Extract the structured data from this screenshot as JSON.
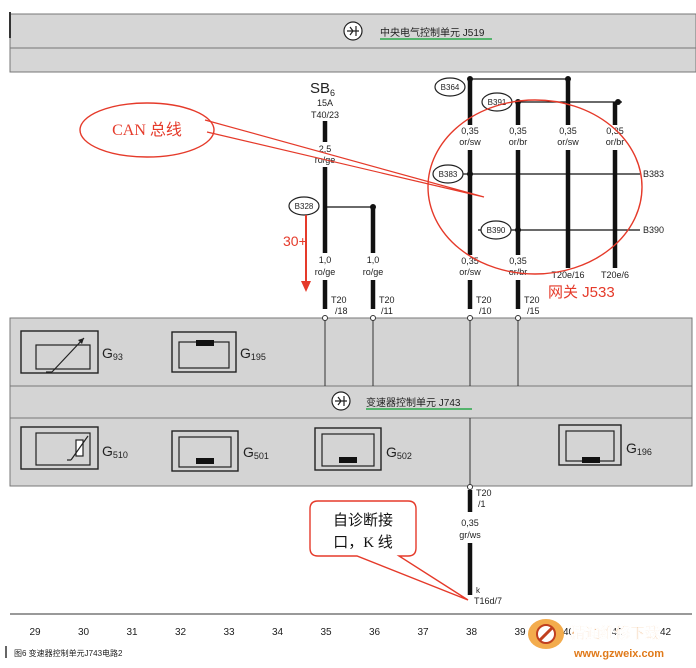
{
  "units": {
    "j519": "中央电气控制单元 J519",
    "j743": "变速器控制单元 J743"
  },
  "fuse": {
    "name": "SB",
    "sub": "6",
    "rating": "15A",
    "terminal": "T40/23"
  },
  "wires": {
    "w1": {
      "gauge": "2,5",
      "color": "ro/ge"
    },
    "w2": {
      "gauge": "1,0",
      "color": "ro/ge"
    },
    "w3": {
      "gauge": "1,0",
      "color": "ro/ge"
    },
    "can1": {
      "gauge": "0,35",
      "color": "or/sw"
    },
    "can2": {
      "gauge": "0,35",
      "color": "or/br"
    },
    "can3": {
      "gauge": "0,35",
      "color": "or/sw"
    },
    "can4": {
      "gauge": "0,35",
      "color": "or/br"
    },
    "can5": {
      "gauge": "0,35",
      "color": "or/sw"
    },
    "can6": {
      "gauge": "0,35",
      "color": "or/br"
    },
    "kline": {
      "gauge": "0,35",
      "color": "gr/ws"
    }
  },
  "nodes": {
    "b364": "B364",
    "b391": "B391",
    "b383": "B383",
    "b383r": "B383",
    "b390": "B390",
    "b390r": "B390",
    "b328": "B328"
  },
  "connectors": {
    "t18": [
      "T20",
      "/18"
    ],
    "t11": [
      "T20",
      "/11"
    ],
    "t10": [
      "T20",
      "/10"
    ],
    "t15": [
      "T20",
      "/15"
    ],
    "t1": [
      "T20",
      "/1"
    ],
    "t16": "T20e/16",
    "t6": "T20e/6",
    "kpin_k": "k",
    "kpin": "T16d/7"
  },
  "components": {
    "g93": {
      "name": "G",
      "sub": "93"
    },
    "g195": {
      "name": "G",
      "sub": "195"
    },
    "g510": {
      "name": "G",
      "sub": "510"
    },
    "g501": {
      "name": "G",
      "sub": "501"
    },
    "g502": {
      "name": "G",
      "sub": "502"
    },
    "g196": {
      "name": "G",
      "sub": "196"
    }
  },
  "annotations": {
    "can": "CAN 总线",
    "thirty": "30+",
    "gateway": "网关 J533",
    "diag1": "自诊断接",
    "diag2": "口，K 线"
  },
  "grid": [
    "29",
    "30",
    "31",
    "32",
    "33",
    "34",
    "35",
    "36",
    "37",
    "38",
    "39",
    "40",
    "41",
    "42"
  ],
  "caption": "图6  变速器控制单元J743电路2",
  "watermark": {
    "brand": "精通维修下载",
    "url": "www.gzweix.com"
  },
  "colors": {
    "annotation_red": "#e53a2a",
    "box_gray": "#d4d4d4",
    "underline_green": "#2aa84a"
  }
}
